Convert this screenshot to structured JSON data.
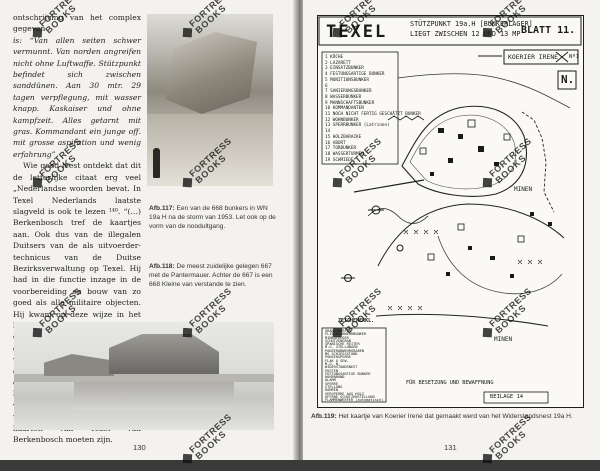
{
  "left_page": {
    "body_paragraphs": [
      {
        "style": "normal",
        "text": "ontschrijving van het complex gegeven"
      },
      {
        "style": "italic",
        "text": "is: “Van allen seiten schwer vermunnt. Van norden angreifen nicht ohne Luftwaffe. Stützpunkt befindet sich zwischen sanddünen. Aan 30 mtr. 29 tagen verpflegung, mit wasser knapp. Kaskaiser und ohne kampfzeit. Alles getarnt mit gras. Kommandant ein junge off. mit grosse aspiration und wenig erfahrung”"
      },
      {
        "style": "indent",
        "text": "Wie goed leest ontdekt dat dit de letterlijke citaat erg veel „Nederlandse woorden bevat. In Texel Nederlands laatste slagveld is ook te lezen ¹⁴⁰. “(…) Berkenbosch tref de kaartjes aan. Ook dus van de illegalen Duitsers van de als uitvoerder-technicus van de Duitse Bezirksverwaltung op Texel. Hij had in die functie inzage in de voorbereiding en bouw van zo goed als alle militaire objecten. Hij kwam op deze wijze in het bezit van kaarten en tekeningen en nadere gegevens van geschuts-opstellingen. De zo verkregen gegevens werden via een contact in Alkmaar doorgezonden naar Engeland en bleken vooral van nut te zijn voor geallieerde vliegers.” Alles wijst er op dat de gemaakte kaarten van Texel van Berkenbosch moeten zijn."
      }
    ],
    "captions": [
      {
        "label": "Afb.117:",
        "text": "Een van de 668 bunkers in WN 19a H na de storm van 1953. Let ook op de vorm van de noodultgang."
      },
      {
        "label": "Afb.118:",
        "text": "De meest zuidelijke gelegen 667 met de Pantermauer. Achter de 667 is een 668 Kleine van verstande te zien."
      }
    ],
    "page_number": "130"
  },
  "right_page": {
    "map": {
      "title": "TEXEL",
      "subtitle_line1": "STÜTZPUNKT 19a.H [BUNKERLAGER]",
      "subtitle_line2": "LIEGT ZWISCHEN 12 UND 13 MP",
      "sheet": "BLATT 11.",
      "koerier_label": "KOERIER IRENE",
      "koerier_no": "Nº1",
      "north": "N.",
      "legend_top": [
        "1 KÜCHE",
        "2 LAZARETT",
        "3 EINSATZBUNKER",
        "4 FESTUNGSARTIGE BUNKER",
        "5 MUNITIONSBUNKER",
        "6",
        "7 SANIERUNGSBUNKER",
        "8 WASSERBUNKER",
        "9 MANNSCHAFTSBUNKER",
        "10 KOMMANDANTEN",
        "11 NOCH NICHT FERTIG GESCHÄTZT BUNKER",
        "12 WOHNBUNKER",
        "13 SPERRBUNKER (Latrinen)",
        "14",
        "15 HOLZBARACKE",
        "16 ABORT",
        "17 TORBUNKER",
        "18 WASSERTURMEN",
        "19 SCHMIEDE"
      ],
      "legend_bottom_title": "ZEICHENERKL.",
      "legend_bottom": [
        "GRANATWERFER",
        "FLIEGERABWEHRBUNKER",
        "MINENFELDER",
        "SCHÜTZENGRAB",
        "SPANISCHE REITER",
        "M.G. STELLUNGEN",
        "PANZERABWEHRGRABEN",
        "MG SCHIESSSTAND",
        "PANZERSPERRE",
        "FLAK U GEW.",
        "M.G. N.",
        "WIDERSTANDSNEST",
        "POSTEN",
        "FESTUNGSARTIGE BUNKER",
        "HÖHENRUND",
        "ALARM",
        "SPERRE",
        "STELLUNG",
        "RAMPEN",
        "VERSPERRE AUS HOLZ",
        "OFFENE SCHÜTZENSTELLUNG",
        "FLAMMENWERFER (automatisch)"
      ],
      "map_labels": {
        "minen": "MINEN",
        "minen2": "MINEN",
        "bedeckung": "FÜR BESETZUNG UND BEWAFFNUNG",
        "beilage": "BEILAGE 14"
      }
    },
    "caption": {
      "label": "Afb.119:",
      "text": "Het kaartje van Koerier Irene dat gemaakt werd van het Widerstandsnest 19a H."
    },
    "page_number": "131"
  },
  "watermark": {
    "line1": "FORTRESS",
    "line2": "BOOKS"
  }
}
